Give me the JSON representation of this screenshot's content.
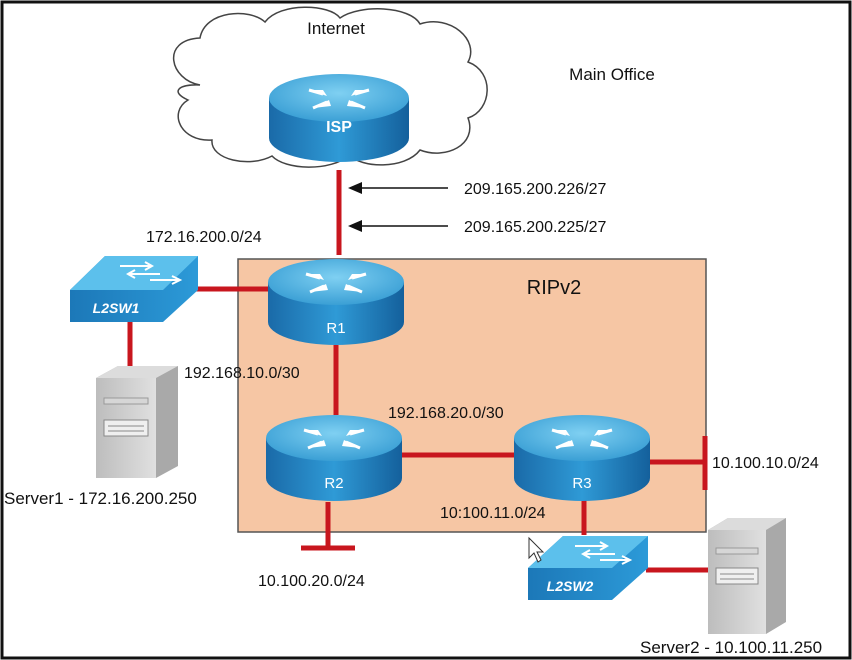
{
  "cloud_label": "Internet",
  "site_label": "Main Office",
  "routing_domain_label": "RIPv2",
  "devices": {
    "isp": "ISP",
    "r1": "R1",
    "r2": "R2",
    "r3": "R3",
    "l2sw1": "L2SW1",
    "l2sw2": "L2SW2"
  },
  "servers": {
    "server1": "Server1 - 172.16.200.250",
    "server2": "Server2 - 10.100.11.250"
  },
  "networks": {
    "isp_side_ip": "209.165.200.226/27",
    "r1_wan_ip": "209.165.200.225/27",
    "lan_r1": "172.16.200.0/24",
    "r1_r2_link": "192.168.10.0/30",
    "r2_r3_link": "192.168.20.0/30",
    "r3_lan_a": "10.100.10.0/24",
    "r3_lan_b": "10:100.11.0/24",
    "r2_lan": "10.100.20.0/24"
  },
  "colors": {
    "link": "#c8161e",
    "router_top": "#3aa8dc",
    "router_body": "#1f7fbf",
    "rip_area_fill": "#f6c6a4",
    "rip_area_border": "#555555",
    "server_body": "#c9c9c9"
  }
}
